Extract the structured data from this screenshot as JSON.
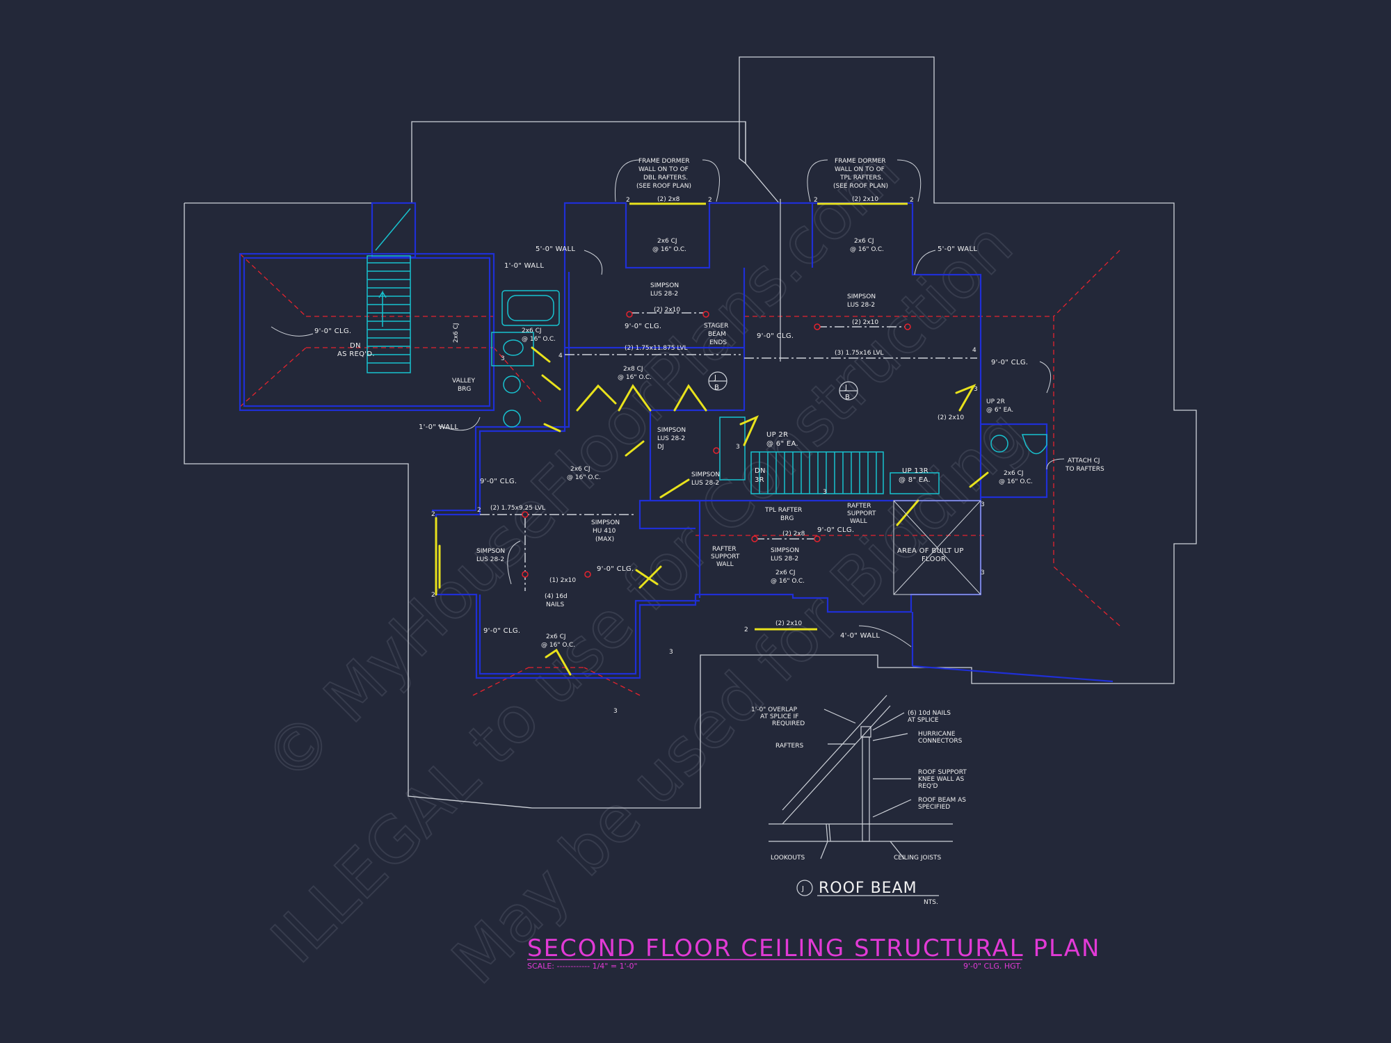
{
  "title": "SECOND FLOOR CEILING STRUCTURAL PLAN",
  "scale_label": "SCALE: ------------ 1/4\" = 1'-0\"",
  "ceiling_height": "9'-0\" CLG. HGT.",
  "watermark": {
    "line1": "© MyHouseFloorPlans.com",
    "line2": "ILLEGAL to use for Construction",
    "line3": "May be used for Bidding"
  },
  "callouts": {
    "frame_dormer_left": [
      "FRAME DORMER",
      "WALL ON TO OF",
      "DBL RAFTERS.",
      "(SEE ROOF PLAN)"
    ],
    "frame_dormer_right": [
      "FRAME DORMER",
      "WALL ON TO OF",
      "TPL RAFTERS.",
      "(SEE ROOF PLAN)"
    ],
    "header_2x8": "(2) 2x8",
    "header_2x10": "(2) 2x10",
    "cj_2x6": "2x6 CJ",
    "at_16oc": "@ 16\" O.C.",
    "simpson_lus": [
      "SIMPSON",
      "LUS 28-2"
    ],
    "wall_5ft": "5'-0\" WALL",
    "wall_1ft": "1'-0\" WALL",
    "wall_4ft": "4'-0\" WALL",
    "clg_9ft": "9'-0\" CLG.",
    "dn_as_reqd": [
      "DN",
      "AS REQ'D."
    ],
    "valley_brg": [
      "VALLEY",
      "BRG"
    ],
    "lvl_2": "(2) 1.75x11.875 LVL",
    "lvl_3": "(3) 1.75x16 LVL",
    "lvl_925": "(2) 1.75x9.25 LVL",
    "stager_beam": [
      "STAGER",
      "BEAM",
      "ENDS"
    ],
    "cj_2x8": "2x8 CJ",
    "simpson_dj": [
      "SIMPSON",
      "LUS 28-2",
      "DJ"
    ],
    "up_2r": [
      "UP 2R",
      "@ 6\" EA."
    ],
    "up_13r": [
      "UP 13R",
      "@ 8\" EA."
    ],
    "dn_3r": [
      "DN",
      "3R"
    ],
    "simpson_hu": [
      "SIMPSON",
      "HU 410",
      "(MAX)"
    ],
    "nails_4": [
      "(4) 16d",
      "NAILS"
    ],
    "header_1_2x10": "(1) 2x10",
    "tpl_rafter_brg": [
      "TPL RAFTER",
      "BRG"
    ],
    "rafter_support_wall": [
      "RAFTER",
      "SUPPORT",
      "WALL"
    ],
    "area_built_up": [
      "AREA OF BUILT UP",
      "FLOOR"
    ],
    "attach_cj": [
      "ATTACH CJ",
      "TO RAFTERS"
    ],
    "up_2r_right": [
      "UP 2R",
      "@ 6\" EA."
    ],
    "marker_j": "J",
    "marker_b": "B",
    "num_2": "2",
    "num_3": "3",
    "num_4": "4"
  },
  "detail": {
    "marker": "J",
    "title": "ROOF BEAM",
    "nts": "NTS.",
    "labels": {
      "overlap": [
        "1'-0\" OVERLAP",
        "AT SPLICE IF",
        "REQUIRED"
      ],
      "rafters": "RAFTERS",
      "nails": [
        "(6) 10d NAILS",
        "AT SPLICE"
      ],
      "hurricane": [
        "HURRICANE",
        "CONNECTORS"
      ],
      "knee_wall": [
        "ROOF SUPPORT",
        "KNEE WALL AS",
        "REQ'D"
      ],
      "roof_beam": [
        "ROOF BEAM AS",
        "SPECIFIED"
      ],
      "lookouts": "LOOKOUTS",
      "ceiling_joists": "CEILING JOISTS"
    }
  },
  "colors": {
    "background": "#232839",
    "outline": "#cfd3da",
    "wall": "#1f2fd6",
    "hip": "#e5232e",
    "stair": "#18c2cf",
    "door": "#e8e21c",
    "title": "#e23ad6"
  }
}
